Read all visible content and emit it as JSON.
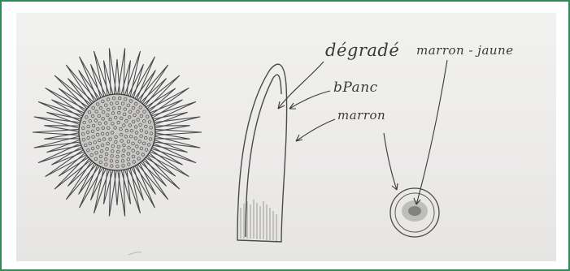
{
  "image": {
    "frame_color": "#2e8b57",
    "paper_color": "#eeedeb",
    "pencil_color": "#3a3a3a"
  },
  "annotations": {
    "degrade": "dégradé",
    "marron_jaune": "marron - jaune",
    "blanc": "bPanc",
    "marron": "marron"
  }
}
